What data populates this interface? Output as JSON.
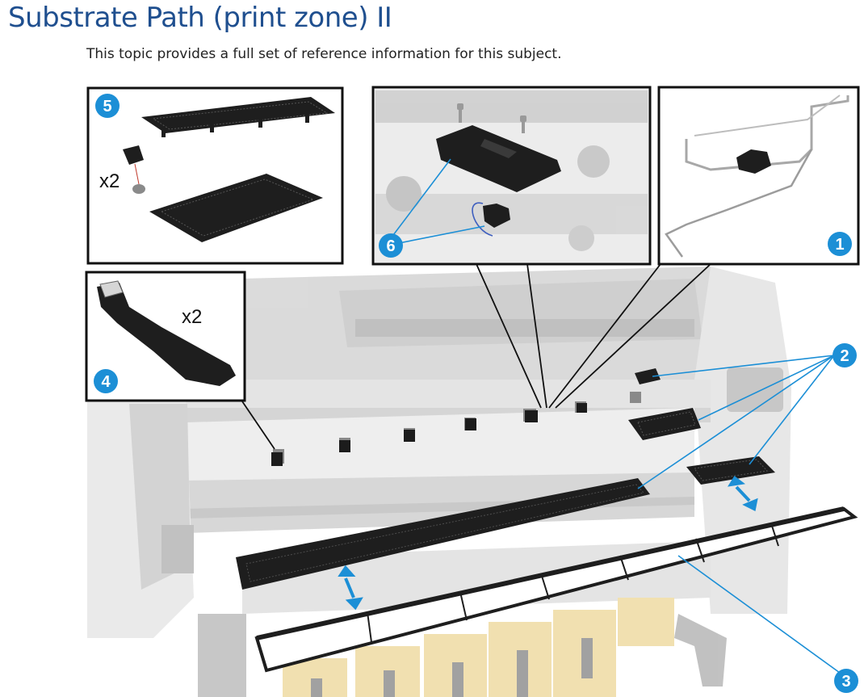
{
  "page": {
    "title": "Substrate Path (print zone) II",
    "intro": "This topic provides a full set of reference information for this subject."
  },
  "colors": {
    "title": "#1f4f8f",
    "callout_fill": "#1c8fd6",
    "leader_blue": "#1c8fd6",
    "part_dark": "#1e1e1e",
    "printer_grey": "#c8c8c8"
  },
  "figure": {
    "callouts": {
      "c1": "1",
      "c2": "2",
      "c3": "3",
      "c4": "4",
      "c5": "5",
      "c6": "6"
    },
    "multipliers": {
      "inset5": "x2",
      "inset4": "x2"
    }
  }
}
